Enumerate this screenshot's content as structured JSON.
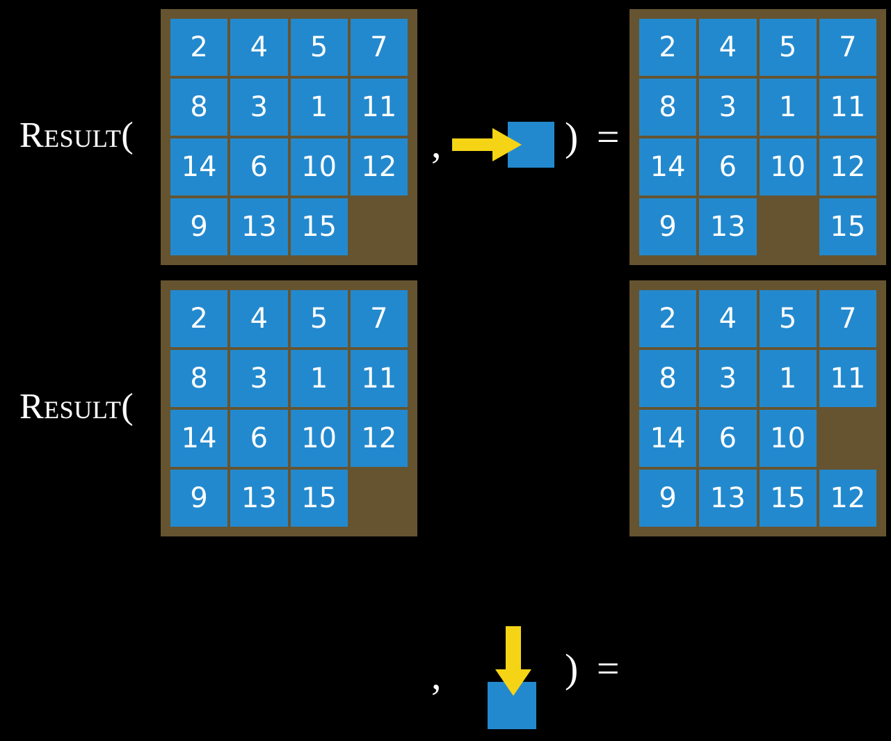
{
  "page": {
    "background_color": "#000000",
    "accent_tile_color": "#2389ce",
    "board_color": "#665430",
    "arrow_color": "#f5d416",
    "text_color": "#ffffff"
  },
  "rows": [
    {
      "label": "Result(",
      "comma": ",",
      "close_paren_equals": ") =",
      "move": {
        "icon": "arrow-right-icon",
        "direction": "right"
      },
      "input_board": {
        "rows": [
          [
            "2",
            "4",
            "5",
            "7"
          ],
          [
            "8",
            "3",
            "1",
            "11"
          ],
          [
            "14",
            "6",
            "10",
            "12"
          ],
          [
            "9",
            "13",
            "15",
            ""
          ]
        ]
      },
      "output_board": {
        "rows": [
          [
            "2",
            "4",
            "5",
            "7"
          ],
          [
            "8",
            "3",
            "1",
            "11"
          ],
          [
            "14",
            "6",
            "10",
            "12"
          ],
          [
            "9",
            "13",
            "",
            "15"
          ]
        ]
      }
    },
    {
      "label": "Result(",
      "comma": ",",
      "close_paren_equals": ") =",
      "move": {
        "icon": "arrow-down-icon",
        "direction": "down"
      },
      "input_board": {
        "rows": [
          [
            "2",
            "4",
            "5",
            "7"
          ],
          [
            "8",
            "3",
            "1",
            "11"
          ],
          [
            "14",
            "6",
            "10",
            "12"
          ],
          [
            "9",
            "13",
            "15",
            ""
          ]
        ]
      },
      "output_board": {
        "rows": [
          [
            "2",
            "4",
            "5",
            "7"
          ],
          [
            "8",
            "3",
            "1",
            "11"
          ],
          [
            "14",
            "6",
            "10",
            ""
          ],
          [
            "9",
            "13",
            "15",
            "12"
          ]
        ]
      }
    }
  ]
}
